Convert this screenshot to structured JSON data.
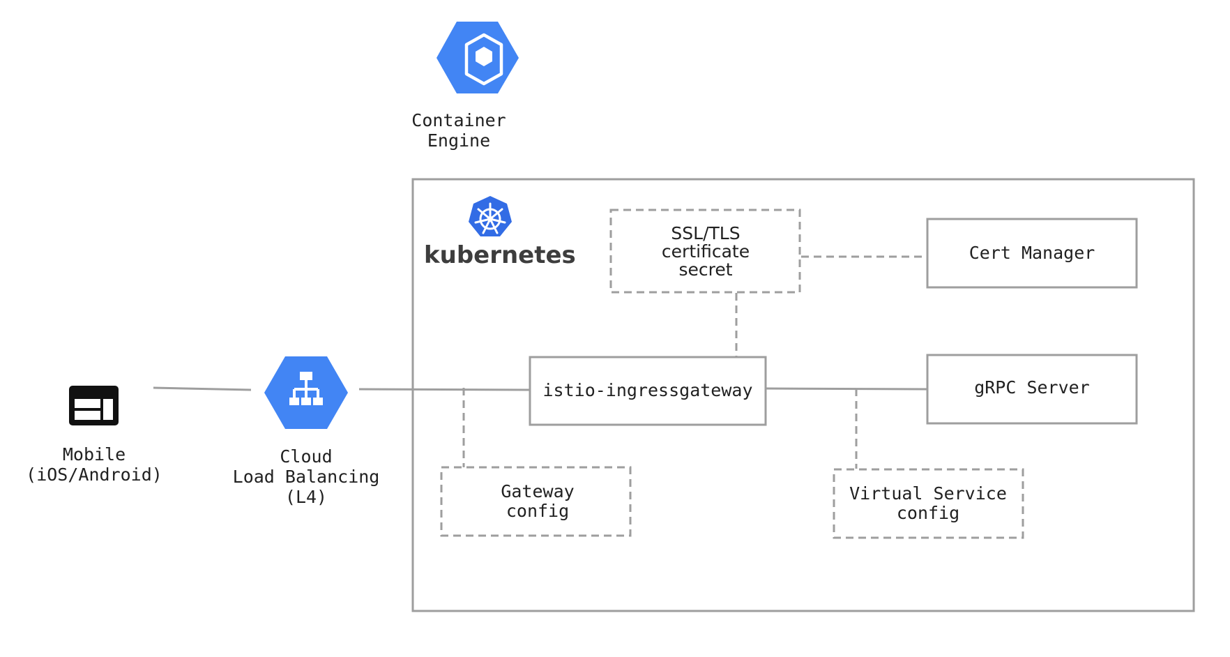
{
  "nodes": {
    "container_engine": {
      "line1": "Container",
      "line2": "Engine",
      "icon": "container-engine-hexagon-icon"
    },
    "kubernetes": {
      "wordmark": "kubernetes",
      "icon": "kubernetes-helm-icon"
    },
    "mobile": {
      "line1": "Mobile",
      "line2": "(iOS/Android)",
      "icon": "mobile-app-icon"
    },
    "load_balancer": {
      "line1": "Cloud",
      "line2": "Load Balancing",
      "line3": "(L4)",
      "icon": "load-balancing-hexagon-icon"
    },
    "ssl_secret": {
      "line1": "SSL/TLS",
      "line2": "certificate",
      "line3": "secret"
    },
    "cert_manager": {
      "label": "Cert Manager"
    },
    "ingress_gateway": {
      "label": "istio-ingressgateway"
    },
    "grpc_server": {
      "label": "gRPC Server"
    },
    "gateway_config": {
      "line1": "Gateway",
      "line2": "config"
    },
    "virtual_service_config": {
      "line1": "Virtual Service",
      "line2": "config"
    }
  },
  "colors": {
    "gcp_blue": "#4285F4",
    "k8s_blue": "#326CE5",
    "box_border": "#9e9e9e",
    "connector": "#9e9e9e",
    "text": "#212121"
  }
}
